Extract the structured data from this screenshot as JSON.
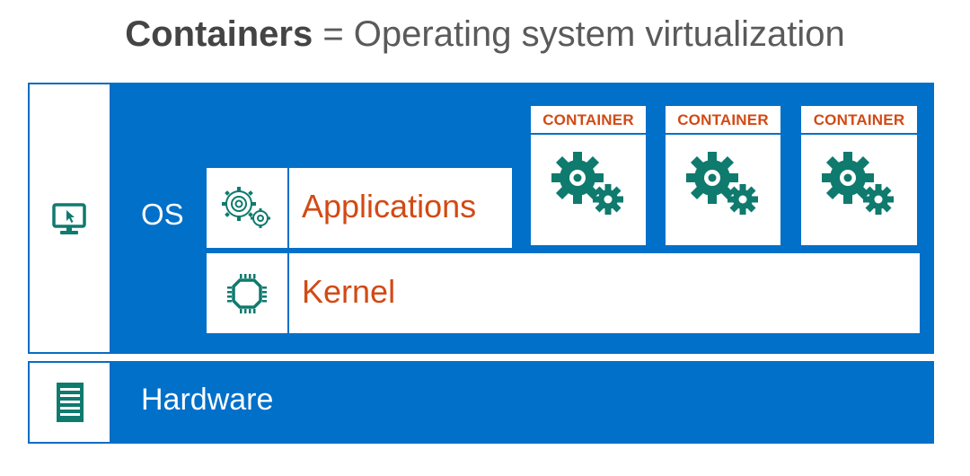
{
  "title": {
    "bold": "Containers",
    "rest": " = Operating system virtualization"
  },
  "os": {
    "label": "OS"
  },
  "hardware": {
    "label": "Hardware"
  },
  "applications": {
    "label": "Applications"
  },
  "kernel": {
    "label": "Kernel"
  },
  "containers": [
    {
      "label": "CONTAINER"
    },
    {
      "label": "CONTAINER"
    },
    {
      "label": "CONTAINER"
    }
  ],
  "icons": {
    "os": "monitor-icon",
    "hardware": "server-icon",
    "applications": "gears-outline-icon",
    "kernel": "chip-icon",
    "container": "gears-filled-icon"
  },
  "colors": {
    "blue": "#0070c9",
    "orange": "#d24a14",
    "teal": "#0f7a6e"
  }
}
